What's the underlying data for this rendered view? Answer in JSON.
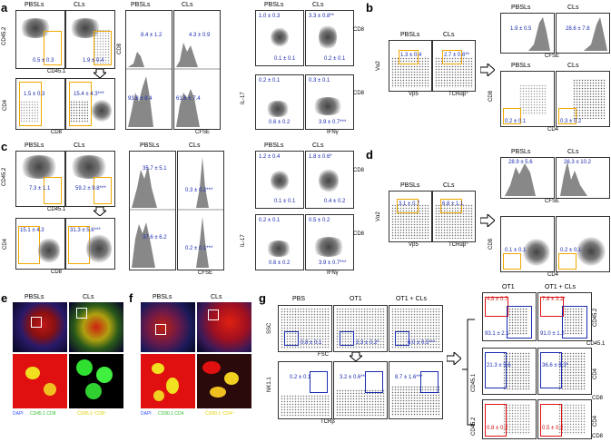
{
  "a": {
    "label": "a",
    "headers": {
      "pbsl": "PBSLs",
      "cl": "CLs"
    },
    "axes": {
      "cd45_2": "CD45.2",
      "cd45_1": "CD45.1",
      "cd4": "CD4",
      "cd8": "CD8",
      "cd8b": "CD8",
      "cfse": "CFSE",
      "il17": "IL-17",
      "ifng": "IFNγ"
    },
    "values": {
      "gate_pbsl": "0.5 ± 0.3",
      "gate_cl": "1.9 ± 0.4",
      "cd4cd8_pbsl": "1.5 ± 0.3",
      "cd4cd8_cl": "15.4 ± 4.3***",
      "cfse_top_pbsl": "8.4 ± 1.2",
      "cfse_top_cl": "4.3 ± 0.9",
      "cfse_bot_pbsl": "93.8 ± 8.4",
      "cfse_bot_cl": "61.6 ± 7.4",
      "il17_tl_pbsl": "1.0 ± 0.3",
      "il17_tl_cl": "3.3 ± 0.8**",
      "il17_br_pbsl": "0.1 ± 0.1",
      "il17_br_cl": "0.2 ± 0.1",
      "ifn_tl_pbsl": "0.2 ± 0.1",
      "ifn_tl_cl": "0.3 ± 0.1",
      "ifn_br_pbsl": "0.6 ± 0.2",
      "ifn_br_cl": "3.9 ± 0.7***"
    }
  },
  "b": {
    "label": "b",
    "headers": {
      "pbsl": "PBSLs",
      "cl": "CLs"
    },
    "axes": {
      "va2": "Vα2",
      "vb5": "Vβ5",
      "tcr": "TCRαβ⁺",
      "cfse": "CFSE",
      "cd8": "CD8",
      "cd4": "CD4"
    },
    "values": {
      "gate_pbsl": "1.3 ± 0.4",
      "gate_cl": "2.7 ± 0.6**",
      "cfse_pbsl": "1.9 ± 0.5",
      "cfse_cl": "28.6 ± 7.8",
      "cd_pbsl": "0.2 ± 0.1",
      "cd_cl": "0.3 ± 0.2"
    }
  },
  "c": {
    "label": "c",
    "headers": {
      "pbsl": "PBSLs",
      "cl": "CLs"
    },
    "axes": {
      "cd45_2": "CD45.2",
      "cd45_1": "CD45.1",
      "cd4": "CD4",
      "cd8": "CD8",
      "cfse": "CFSE",
      "il17": "IL-17",
      "ifng": "IFNγ"
    },
    "values": {
      "gate_pbsl": "7.3 ± 1.1",
      "gate_cl": "59.2 ± 9.8***",
      "cd_pbsl": "15.1 ± 4.3",
      "cd_cl": "31.3 ± 5.6***",
      "cfse_top_pbsl": "35.7 ± 5.1",
      "cfse_top_cl": "0.3 ± 0.2***",
      "cfse_bot_pbsl": "37.6 ± 6.2",
      "cfse_bot_cl": "0.2 ± 0.1***",
      "il17_tl_pbsl": "1.2 ± 0.4",
      "il17_tl_cl": "1.8 ± 0.6*",
      "il17_br_pbsl": "0.1 ± 0.1",
      "il17_br_cl": "0.4 ± 0.2",
      "ifn_tl_pbsl": "0.2 ± 0.1",
      "ifn_tl_cl": "0.5 ± 0.2",
      "ifn_br_pbsl": "0.6 ± 0.2",
      "ifn_br_cl": "3.9 ± 0.7***"
    }
  },
  "d": {
    "label": "d",
    "headers": {
      "pbsl": "PBSLs",
      "cl": "CLs"
    },
    "axes": {
      "va2": "Vα2",
      "vb5": "Vβ5",
      "tcr": "TCRαβ⁺",
      "cfse": "CFSE",
      "cd8": "CD8",
      "cd4": "CD4"
    },
    "values": {
      "gate_pbsl": "3.1 ± 0.7",
      "gate_cl": "6.8 ± 1.1",
      "cfse_pbsl": "28.9 ± 5.6",
      "cfse_cl": "26.3 ± 10.2",
      "cd_pbsl": "0.1 ± 0.1",
      "cd_cl": "0.2 ± 0.1"
    }
  },
  "e": {
    "label": "e",
    "headers": {
      "pbsl": "PBSLs",
      "cl": "CLs"
    },
    "legend": {
      "dapi": "DAPI",
      "cd45": "CD45.1 CD8",
      "merge": "CD45.1⁺CD8⁺"
    }
  },
  "f": {
    "label": "f",
    "headers": {
      "pbsl": "PBSLs",
      "cl": "CLs"
    },
    "legend": {
      "dapi": "DAPI",
      "cd90": "CD90.1 CD4",
      "merge": "CD90.1⁺CD4⁺"
    }
  },
  "g": {
    "label": "g",
    "headers": {
      "pbs": "PBS",
      "ot1": "OT1",
      "ot1cl": "OT1 + CLs",
      "ot1_r": "OT1",
      "ot1cl_r": "OT1 + CLs"
    },
    "axes": {
      "ssc": "SSC",
      "fsc": "FSC",
      "nk11": "NK1.1",
      "tcrb": "TCRβ",
      "cd45_2": "CD45.2",
      "cd45_1": "CD45.1",
      "cd4": "CD4",
      "cd8": "CD8"
    },
    "values": {
      "top_pbs": "0.8 ± 0.1",
      "top_ot1": "2.3 ± 0.2*",
      "top_ot1cl": "6.0 ± 0.5***",
      "bot_pbs": "0.2 ± 0.1",
      "bot_ot1": "3.2 ± 0.6**",
      "bot_ot1cl": "8.7 ± 1.6***",
      "r1_ot1_red": "4.8 ± 0.7",
      "r1_ot1_blue": "93.1 ± 2.1",
      "r1_cl_red": "7.8 ± 3.2*",
      "r1_cl_blue": "91.0 ± 1.2",
      "r2_ot1": "21.3 ± 5.6",
      "r2_cl": "36.6 ± 8.3*",
      "r3_ot1": "0.8 ± 0.2",
      "r3_cl": "0.5 ± 0.2"
    }
  },
  "colors": {
    "gate": "#f0a800",
    "value": "#1a2bb0",
    "red": "#d01010"
  }
}
